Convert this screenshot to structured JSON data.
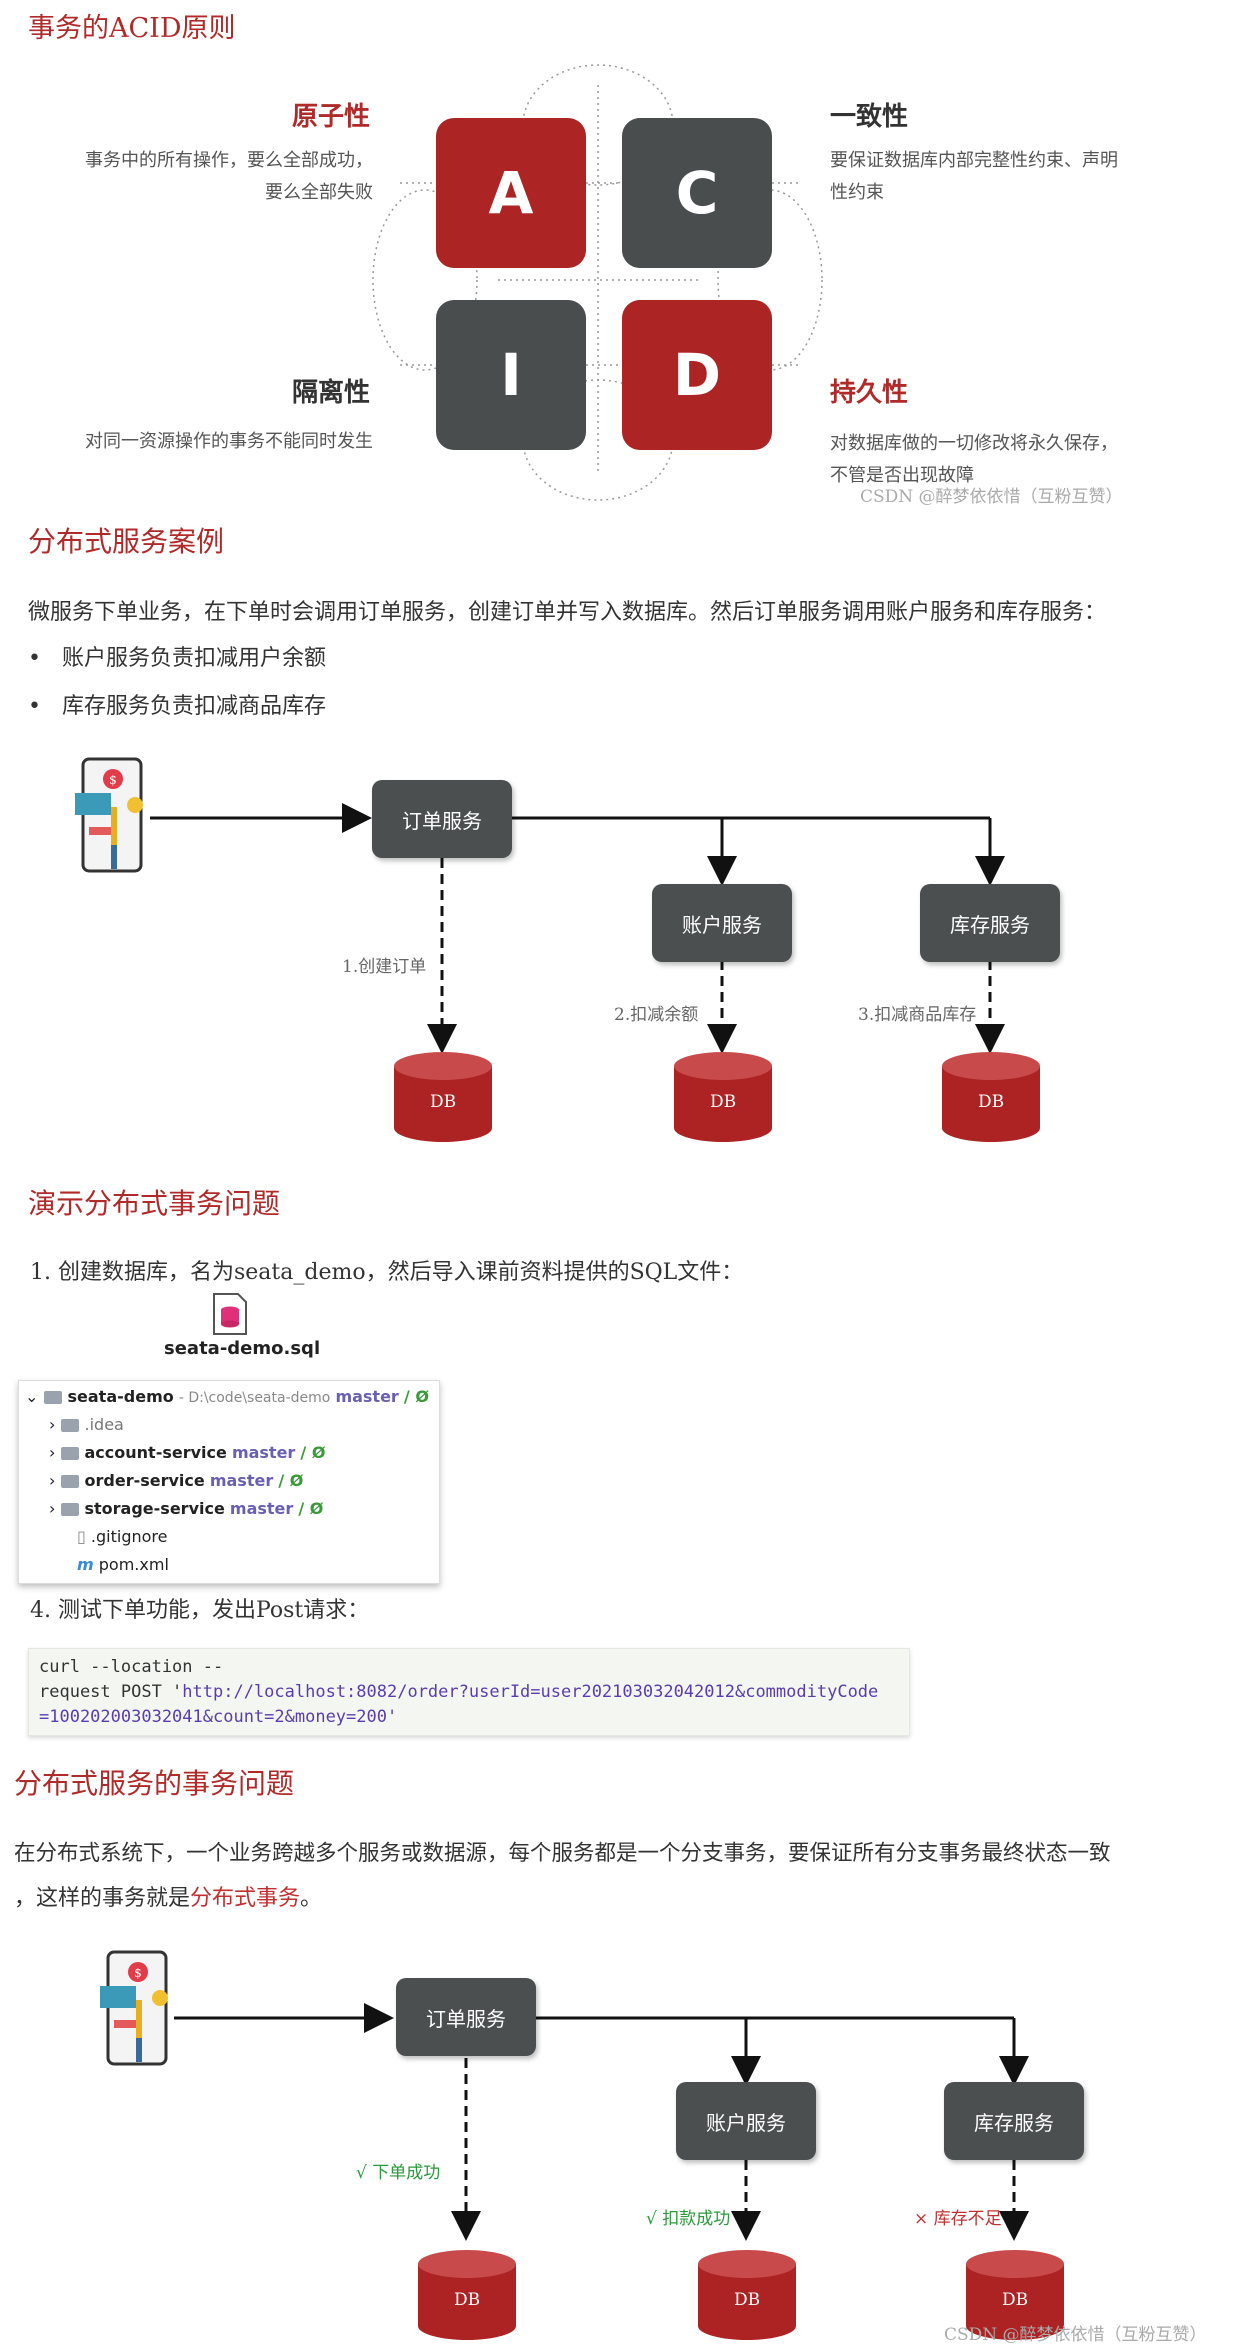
{
  "acid": {
    "title": "事务的ACID原则",
    "a": {
      "letter": "A",
      "name": "原子性",
      "desc1": "事务中的所有操作，要么全部成功，",
      "desc2": "要么全部失败"
    },
    "c": {
      "letter": "C",
      "name": "一致性",
      "desc1": "要保证数据库内部完整性约束、声明",
      "desc2": "性约束"
    },
    "i": {
      "letter": "I",
      "name": "隔离性",
      "desc1": "对同一资源操作的事务不能同时发生"
    },
    "d": {
      "letter": "D",
      "name": "持久性",
      "desc1": "对数据库做的一切修改将永久保存，",
      "desc2": "不管是否出现故障"
    },
    "watermark": "CSDN @醉梦依依惜（互粉互赞）"
  },
  "case": {
    "title": "分布式服务案例",
    "intro": "微服务下单业务，在下单时会调用订单服务，创建订单并写入数据库。然后订单服务调用账户服务和库存服务：",
    "bullets": [
      "账户服务负责扣减用户余额",
      "库存服务负责扣减商品库存"
    ],
    "bullet_char": "•",
    "order": "订单服务",
    "account": "账户服务",
    "storage": "库存服务",
    "step1": "1.创建订单",
    "step2": "2.扣减余额",
    "step3": "3.扣减商品库存",
    "db": "DB"
  },
  "demo": {
    "title": "演示分布式事务问题",
    "step1": "1.   创建数据库，名为seata_demo，然后导入课前资料提供的SQL文件：",
    "sql_file": "seata-demo.sql",
    "tree": {
      "root": "seata-demo",
      "root_path": "- D:\\code\\seata-demo",
      "root_branch": "master",
      "items": [
        {
          "name": ".idea",
          "branch": ""
        },
        {
          "name": "account-service",
          "branch": "master"
        },
        {
          "name": "order-service",
          "branch": "master"
        },
        {
          "name": "storage-service",
          "branch": "master"
        },
        {
          "name": ".gitignore",
          "branch": ""
        },
        {
          "name": "pom.xml",
          "branch": ""
        }
      ],
      "vcs_mark": "/ Ø"
    },
    "step4": "4.   测试下单功能，发出Post请求：",
    "code_line1": "curl --location --",
    "code_line2_prefix": "request POST '",
    "code_line2_url": "http://localhost:8082/order?userId=user202103032042012&commodityCode",
    "code_line3": "=100202003032041&count=2&money=200'"
  },
  "problem": {
    "title": "分布式服务的事务问题",
    "line1": "在分布式系统下，一个业务跨越多个服务或数据源，每个服务都是一个分支事务，要保证所有分支事务最终状态一致",
    "line2_prefix": "，这样的事务就是",
    "line2_highlight": "分布式事务",
    "line2_suffix": "。",
    "order": "订单服务",
    "account": "账户服务",
    "storage": "库存服务",
    "r1": "√  下单成功",
    "r2": "√  扣款成功",
    "r3": "×  库存不足",
    "db": "DB",
    "watermark": "CSDN @醉梦依依惜（互粉互赞）"
  }
}
